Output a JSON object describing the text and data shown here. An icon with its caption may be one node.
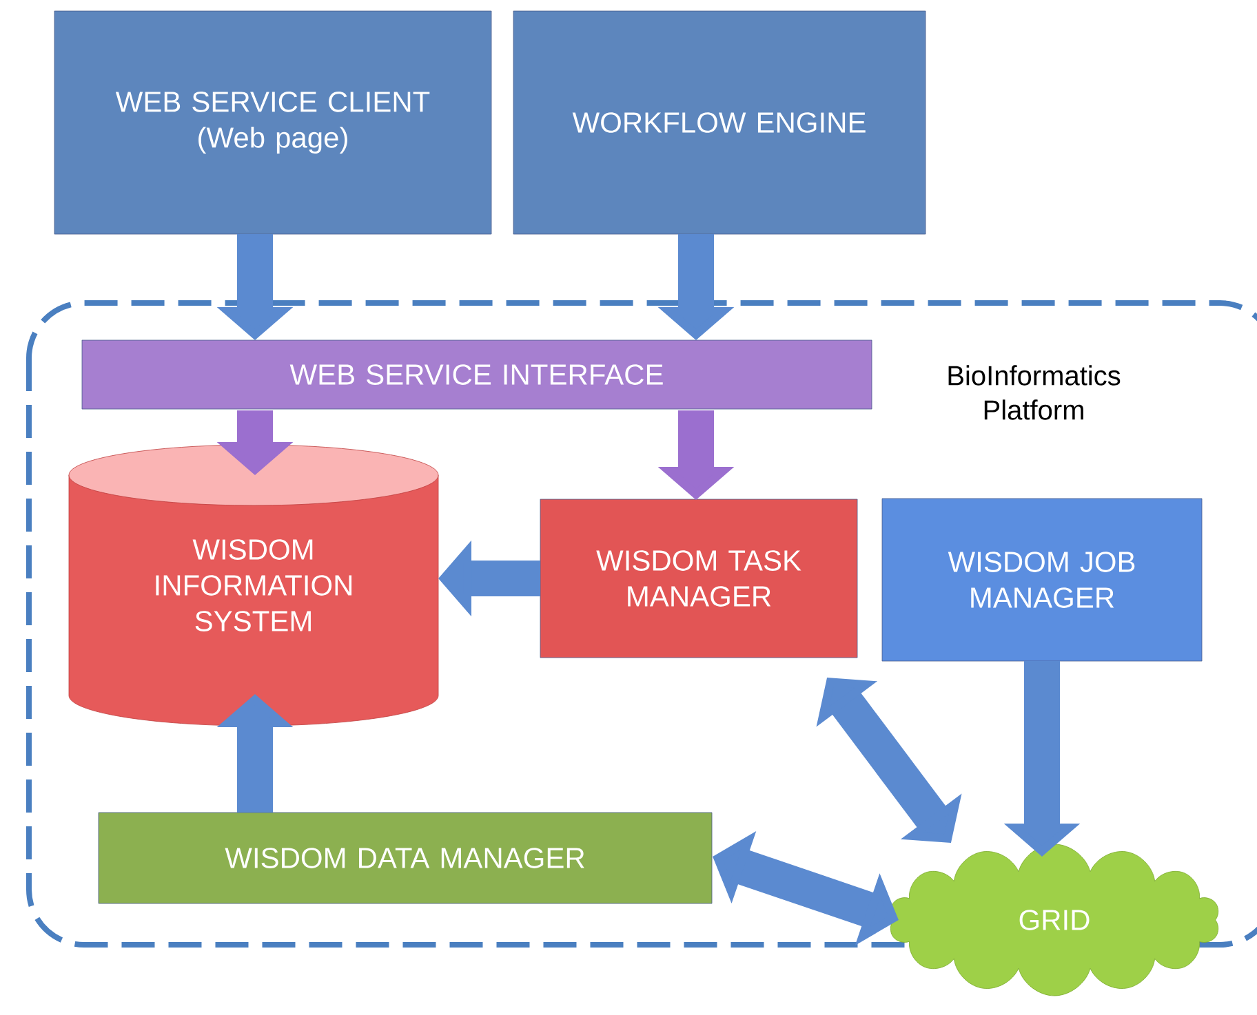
{
  "diagram": {
    "nodes": [
      {
        "text": [
          "WEB SERVICE CLIENT",
          "(Web page)"
        ]
      },
      {
        "text": [
          "WORKFLOW ENGINE"
        ]
      },
      {
        "text": [
          "BioInformatics Platform"
        ]
      },
      {
        "text": [
          "WEB SERVICE INTERFACE"
        ],
        "in": 2
      },
      {
        "text": [
          "WISDOM INFORMATION SYSTEM"
        ],
        "in": 2
      },
      {
        "text": [
          "WISDOM TASK MANAGER"
        ],
        "in": 2
      },
      {
        "text": [
          "WISDOM JOB MANAGER"
        ],
        "in": 2
      },
      {
        "text": [
          "WISDOM DATA MANAGER"
        ],
        "in": 2
      },
      {
        "text": [
          "GRID"
        ]
      }
    ],
    "edges": [
      {
        "from": 0,
        "to": 3,
        "arrow": "to"
      },
      {
        "from": 1,
        "to": 3,
        "arrow": "to"
      },
      {
        "from": 3,
        "to": 4,
        "arrow": "to",
        "color": "#9b6fcf"
      },
      {
        "from": 3,
        "to": 5,
        "arrow": "to",
        "color": "#9b6fcf"
      },
      {
        "from": 5,
        "to": 4,
        "arrow": "to"
      },
      {
        "from": 7,
        "to": 4,
        "arrow": "to"
      },
      {
        "from": 6,
        "to": 8,
        "arrow": "to"
      },
      {
        "from": 5,
        "to": 8,
        "arrow": "both"
      },
      {
        "from": 7,
        "to": 8,
        "arrow": "both"
      }
    ]
  }
}
